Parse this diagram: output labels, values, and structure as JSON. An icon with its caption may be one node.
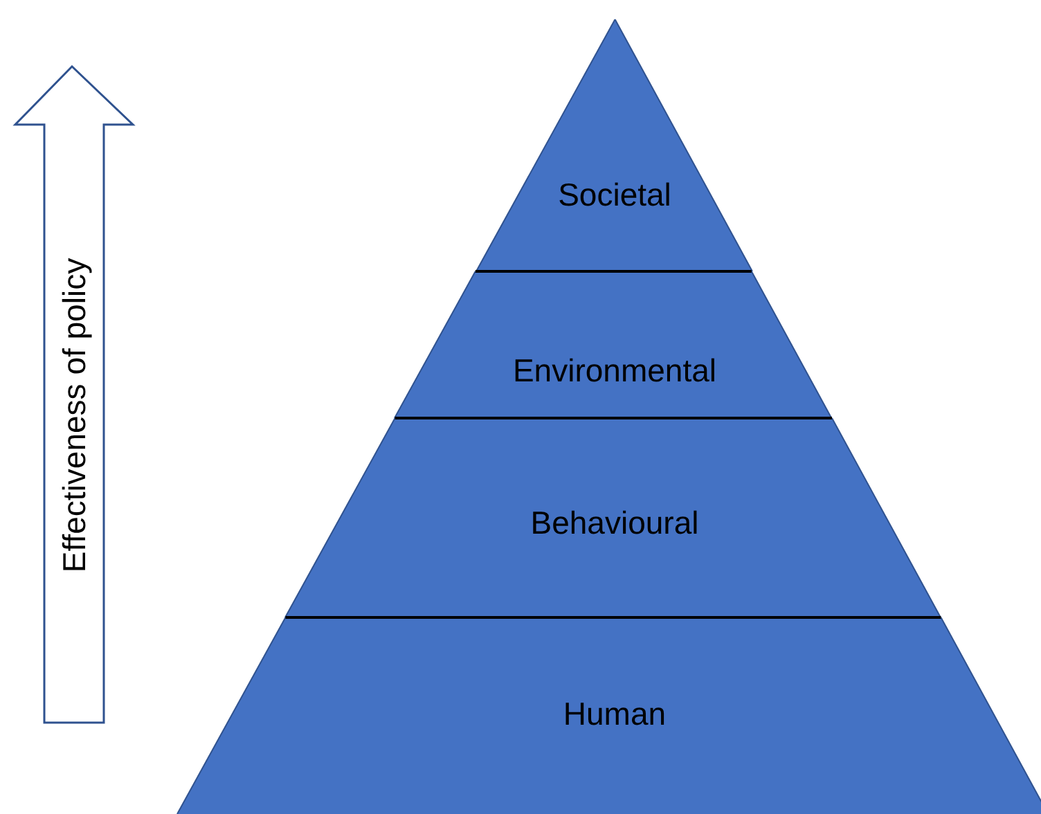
{
  "diagram": {
    "nodes": [
      {
        "text": [
          "Effectiveness of policy"
        ]
      },
      {
        "text": [
          "Societal"
        ]
      },
      {
        "text": [
          "Environmental"
        ]
      },
      {
        "text": [
          "Behavioural"
        ]
      },
      {
        "text": [
          "Human"
        ]
      }
    ]
  }
}
